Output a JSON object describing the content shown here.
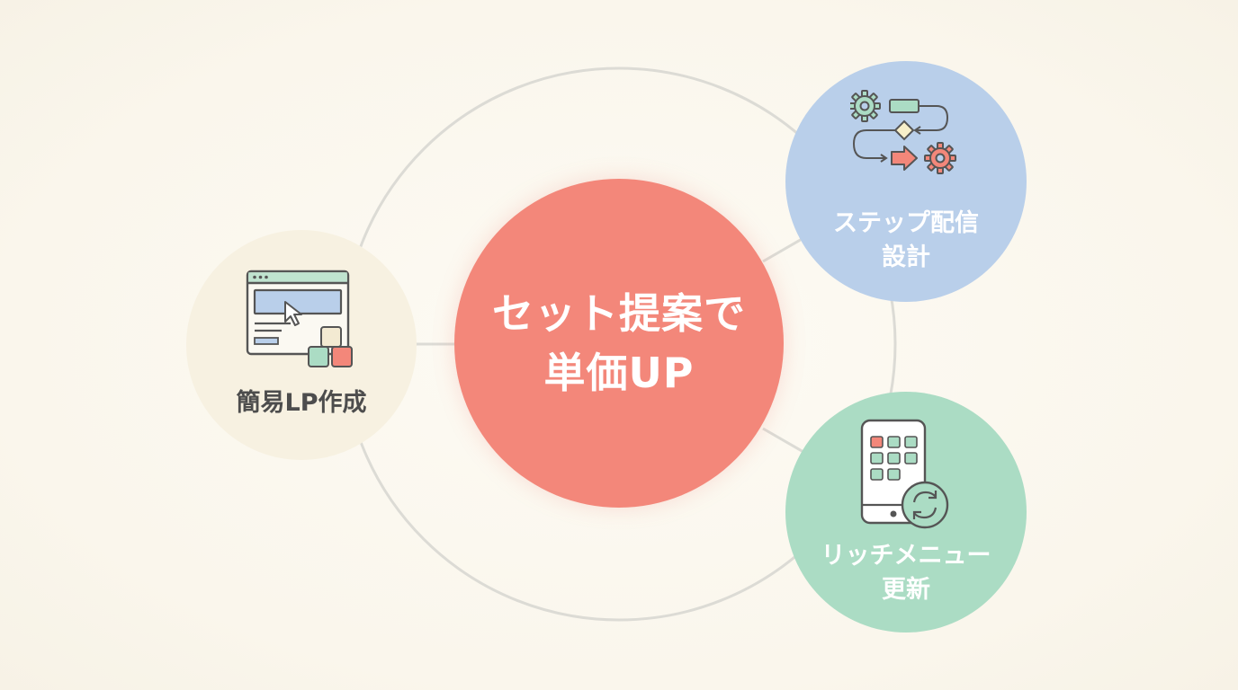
{
  "center": {
    "line1": "セット提案で",
    "line2": "単価UP"
  },
  "nodes": {
    "lp": {
      "label": "簡易LP作成",
      "icon": "browser-cursor-icon"
    },
    "step": {
      "line1": "ステップ配信",
      "line2": "設計",
      "icon": "workflow-icon"
    },
    "menu": {
      "line1": "リッチメニュー",
      "line2": "更新",
      "icon": "phone-refresh-icon"
    }
  },
  "colors": {
    "center": "#f3877a",
    "lp": "#f7f1e1",
    "step": "#b9cfea",
    "menu": "#abdcc4",
    "ring": "#dcdbd5"
  }
}
